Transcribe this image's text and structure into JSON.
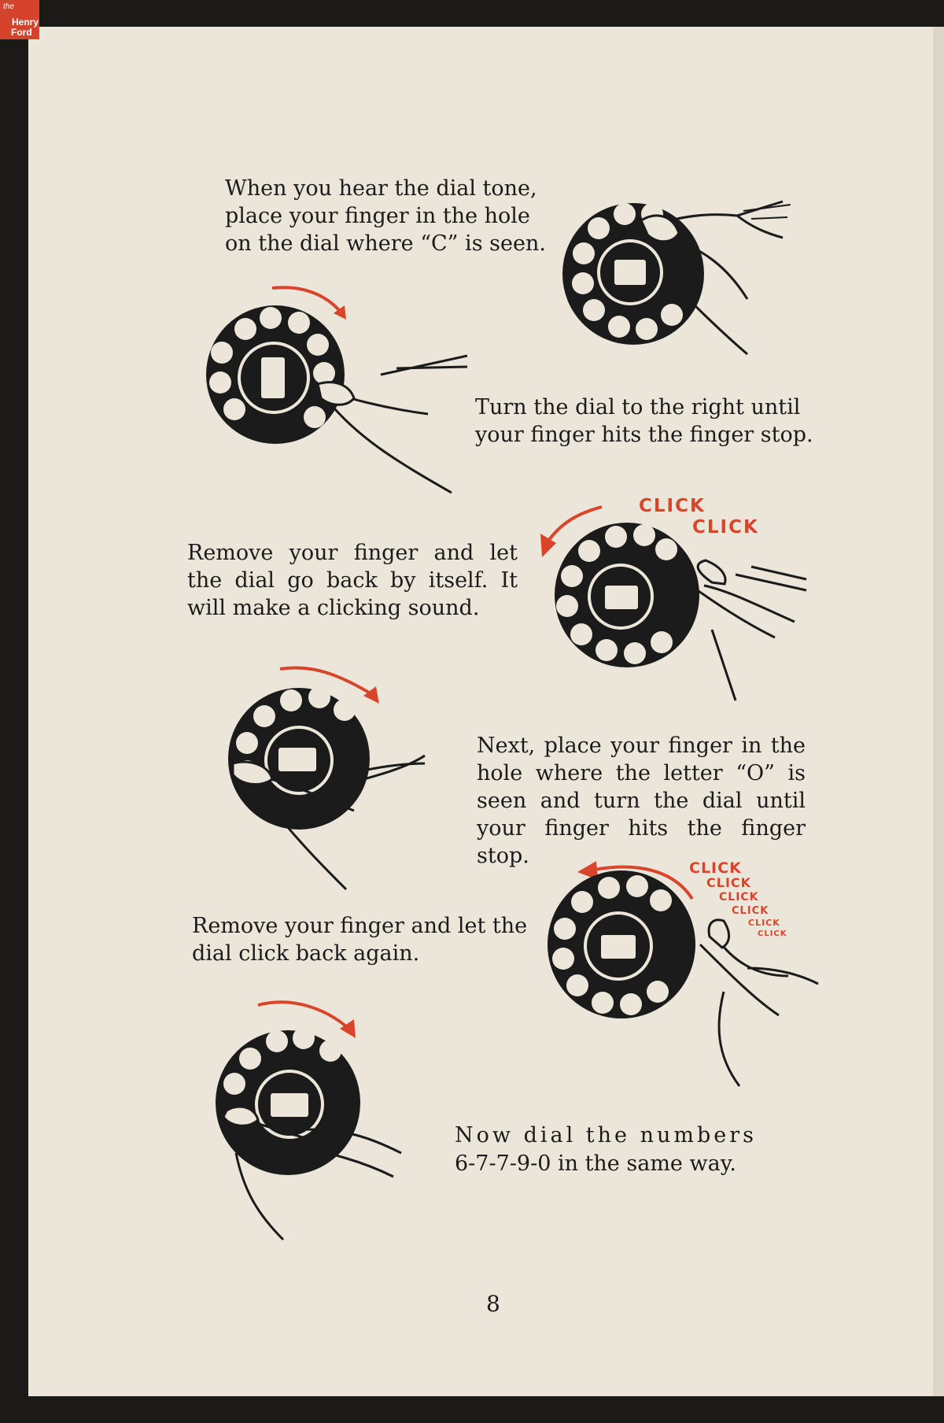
{
  "logo": {
    "line1": "the",
    "line2": "Henry",
    "line3": "Ford"
  },
  "instructions": [
    "When you hear the dial tone, place your finger in the hole on the dial where “C” is seen.",
    "Turn the dial to the right until your finger hits the finger stop.",
    "Remove your finger and let the dial go back by itself. It will make a clicking sound.",
    "Next, place your finger in the hole where the letter “O” is seen and turn the dial until your finger hits the finger stop.",
    "Remove your finger and let the dial click back again.",
    "Now dial the numbers",
    "6-7-7-9-0 in the same way."
  ],
  "clicks_first": [
    "CLICK",
    "CLICK"
  ],
  "clicks_second": [
    "CLICK",
    "CLICK",
    "CLICK",
    "CLICK",
    "CLICK",
    "CLICK"
  ],
  "page_number": "8",
  "colors": {
    "page": "#ebe6d9",
    "ink": "#1b1b1b",
    "accent": "#d9452b"
  },
  "illustrations": [
    "dial-finger-icon",
    "dial-turn-right-icon",
    "dial-return-click-icon",
    "dial-turn-right-icon",
    "dial-return-click-icon",
    "dial-turn-right-icon"
  ]
}
